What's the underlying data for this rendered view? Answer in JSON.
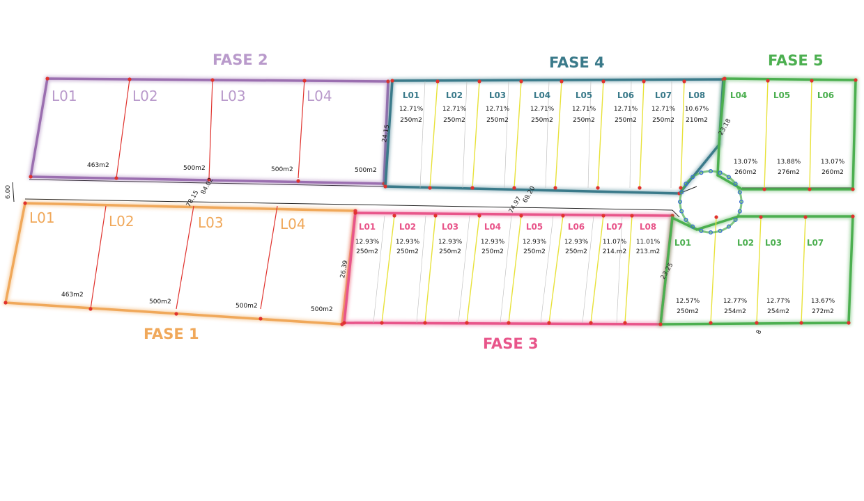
{
  "colors": {
    "fase1": "#f0a85a",
    "fase2": "#9b6fb0",
    "fase3": "#e8558a",
    "fase4": "#3a7a8a",
    "fase5": "#4caf50",
    "line_red": "#e0322d",
    "line_yellow": "#e8e23a",
    "cul_de_sac": "#3a6fd0"
  },
  "phases": {
    "fase1": {
      "title": "FASE 1",
      "lots": [
        {
          "label": "L01",
          "area": "463m2"
        },
        {
          "label": "L02",
          "area": "500m2"
        },
        {
          "label": "L03",
          "area": "500m2"
        },
        {
          "label": "L04",
          "area": "500m2"
        }
      ]
    },
    "fase2": {
      "title": "FASE 2",
      "lots": [
        {
          "label": "L01",
          "area": "463m2"
        },
        {
          "label": "L02",
          "area": "500m2"
        },
        {
          "label": "L03",
          "area": "500m2"
        },
        {
          "label": "L04",
          "area": "500m2"
        }
      ]
    },
    "fase3": {
      "title": "FASE 3",
      "lots": [
        {
          "label": "L01",
          "pct": "12.93%",
          "area": "250m2"
        },
        {
          "label": "L02",
          "pct": "12.93%",
          "area": "250m2"
        },
        {
          "label": "L03",
          "pct": "12.93%",
          "area": "250m2"
        },
        {
          "label": "L04",
          "pct": "12.93%",
          "area": "250m2"
        },
        {
          "label": "L05",
          "pct": "12.93%",
          "area": "250m2"
        },
        {
          "label": "L06",
          "pct": "12.93%",
          "area": "250m2"
        },
        {
          "label": "L07",
          "pct": "11.07%",
          "area": "214.m2"
        },
        {
          "label": "L08",
          "pct": "11.01%",
          "area": "213.m2"
        }
      ]
    },
    "fase4": {
      "title": "FASE 4",
      "lots": [
        {
          "label": "L01",
          "pct": "12.71%",
          "area": "250m2"
        },
        {
          "label": "L02",
          "pct": "12.71%",
          "area": "250m2"
        },
        {
          "label": "L03",
          "pct": "12.71%",
          "area": "250m2"
        },
        {
          "label": "L04",
          "pct": "12.71%",
          "area": "250m2"
        },
        {
          "label": "L05",
          "pct": "12.71%",
          "area": "250m2"
        },
        {
          "label": "L06",
          "pct": "12.71%",
          "area": "250m2"
        },
        {
          "label": "L07",
          "pct": "12.71%",
          "area": "250m2"
        },
        {
          "label": "L08",
          "pct": "10.67%",
          "area": "210m2"
        }
      ]
    },
    "fase5": {
      "title": "FASE 5",
      "top_lots": [
        {
          "label": "L04",
          "pct": "13.07%",
          "area": "260m2"
        },
        {
          "label": "L05",
          "pct": "13.88%",
          "area": "276m2"
        },
        {
          "label": "L06",
          "pct": "13.07%",
          "area": "260m2"
        }
      ],
      "bottom_lots": [
        {
          "label": "L01",
          "pct": "12.57%",
          "area": "250m2"
        },
        {
          "label": "L02",
          "pct": "12.77%",
          "area": "254m2"
        },
        {
          "label": "L03",
          "pct": "12.77%",
          "area": "254m2"
        },
        {
          "label": "L07",
          "pct": "13.67%",
          "area": "272m2"
        }
      ]
    }
  },
  "dimensions": {
    "road_width": "6.00",
    "d1": "78.15",
    "d2": "84.02",
    "d3": "74.97",
    "d4": "68.20",
    "f2_side": "24.15",
    "f1_side": "26.39",
    "f4_side": "23.18",
    "f3_side": "23.25",
    "f5_bottom": "8"
  }
}
